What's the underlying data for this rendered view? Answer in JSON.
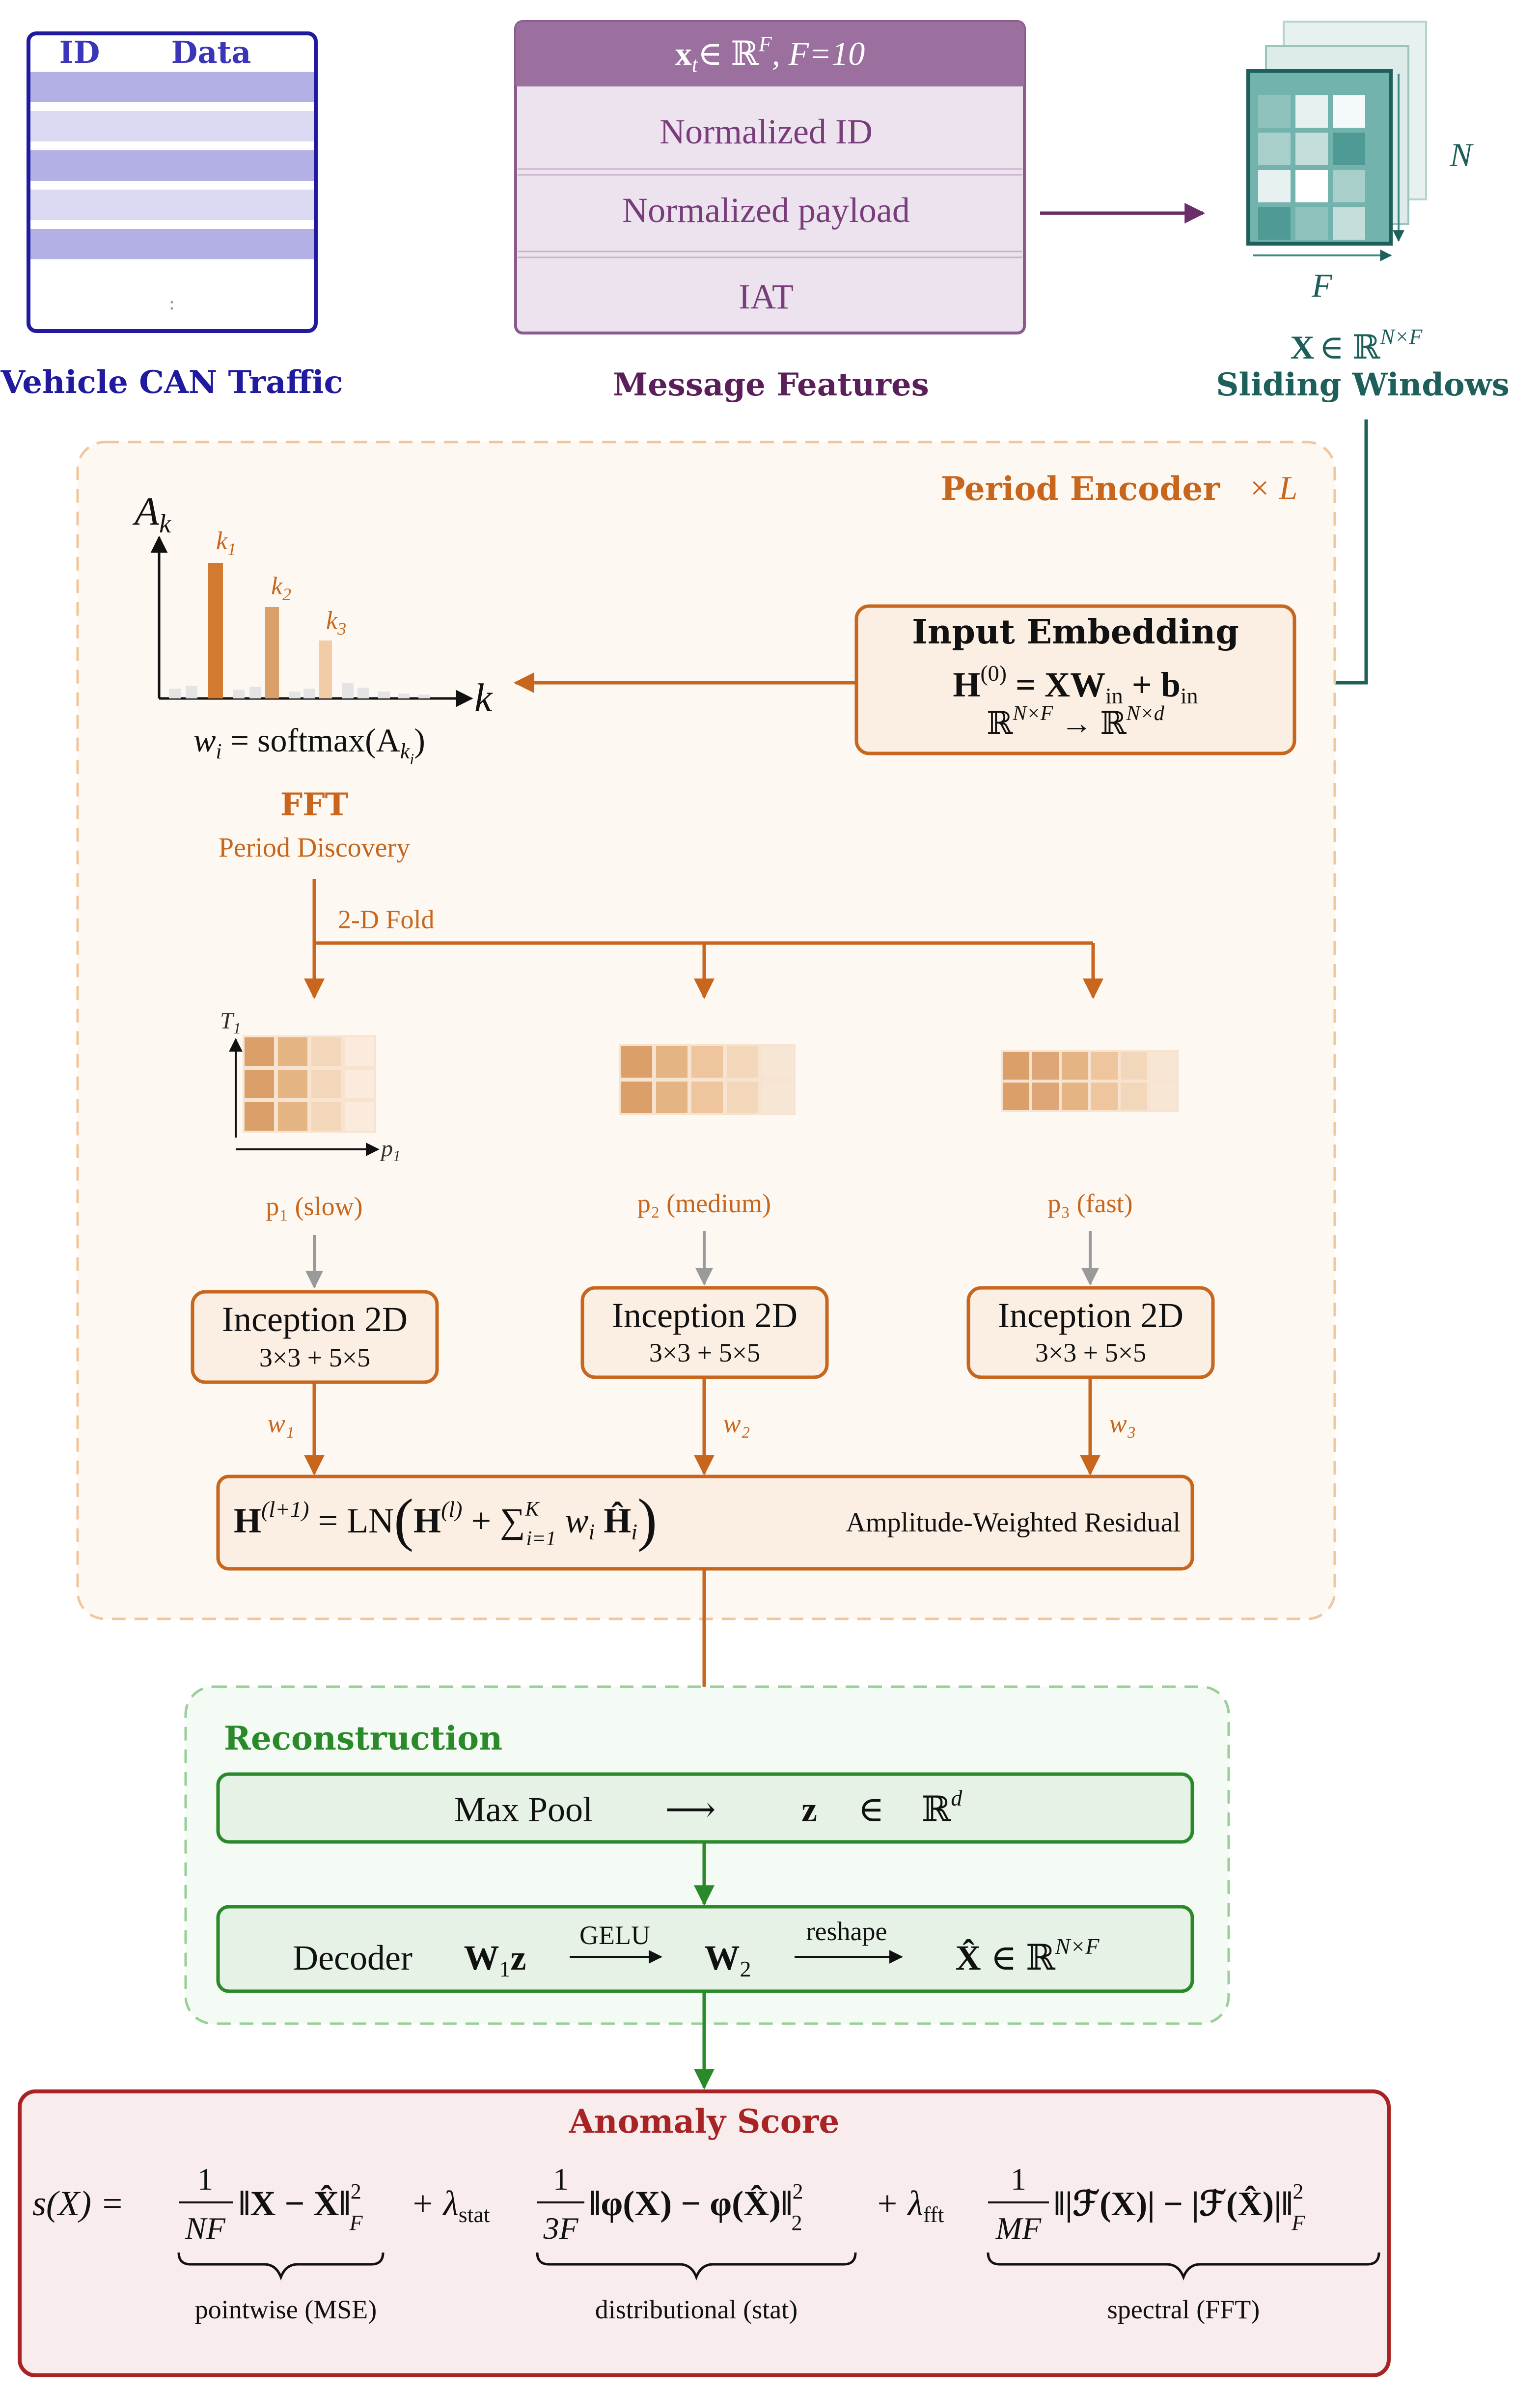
{
  "colors": {
    "navy": "#1f1a9e",
    "purple": "#6b2e6b",
    "purple_header": "#9b6f9e",
    "purple_fill": "#ece3ee",
    "teal": "#1d5f5b",
    "orange": "#c7661c",
    "orange_fill": "#fbeee2",
    "period_bg": "#fdf8f2",
    "green": "#2a8a2a",
    "green_fill": "#e6f2e6",
    "recon_bg": "#f4faf4",
    "red": "#a82424",
    "red_fill": "#f9ecec"
  },
  "can": {
    "header_id": "ID",
    "header_data": "Data",
    "ellipsis": ":",
    "caption": "Vehicle CAN Traffic"
  },
  "features": {
    "header_vec": "x",
    "header_sub": "t",
    "header_in": "∈ ℝ",
    "header_sup": "F",
    "header_f": ",    F=10",
    "row1": "Normalized ID",
    "row2": "Normalized payload",
    "row3": "IAT",
    "caption": "Message Features"
  },
  "windows": {
    "label_n": "N",
    "label_f": "F",
    "math_x": "X",
    "math_in": "∈ ℝ",
    "math_sup": "N×F",
    "caption": "Sliding Windows"
  },
  "period": {
    "title": "Period Encoder",
    "repeat": "× L",
    "axis_y": "A",
    "axis_y_sub": "k",
    "axis_x": "k",
    "peak1": "k",
    "peak1_sub": "1",
    "peak2": "k",
    "peak2_sub": "2",
    "peak3": "k",
    "peak3_sub": "3",
    "weight_formula": "w",
    "weight_formula_rest": " = softmax(A",
    "fft_title": "FFT",
    "fft_sub": "Period Discovery",
    "fold_label": "2-D Fold",
    "t_axis": "T",
    "t_axis_sub": "1",
    "p_axis": "p",
    "p_axis_sub": "1",
    "branch1": "p₁ (slow)",
    "branch2": "p₂ (medium)",
    "branch3": "p₃ (fast)",
    "inception_title": "Inception 2D",
    "inception_sub": "3×3  +  5×5",
    "w1": "w₁",
    "w2": "w₂",
    "w3": "w₃",
    "residual_label": "Amplitude-Weighted Residual"
  },
  "embedding": {
    "title": "Input Embedding",
    "formula_h": "H",
    "formula_sup": "(0)",
    "formula_rest": " = XW",
    "formula_in": "in",
    "formula_plus": " + b",
    "formula_in2": "in",
    "dims": "ℝ",
    "dims_sup1": "N×F",
    "dims_arrow": " → ℝ",
    "dims_sup2": "N×d"
  },
  "residual": {
    "lhs": "H",
    "lhs_sup": "(l+1)",
    "eq": " = LN",
    "h": "H",
    "h_sup": "(l)",
    "sum": " + ∑",
    "sum_sup": "K",
    "sum_sub": "i=1",
    "term": " w",
    "term_sub": "i",
    "hhat": " Ĥ",
    "hhat_sub": "i"
  },
  "reconstruction": {
    "title": "Reconstruction",
    "maxpool": "Max Pool",
    "maxpool_arrow": "⟶",
    "z": "z",
    "in": "∈",
    "rd": "ℝ",
    "rd_sup": "d",
    "decoder": "Decoder",
    "w1z": "W",
    "w1z_sub": "1",
    "w1z_z": "z",
    "gelu": "GELU",
    "w2": "W",
    "w2_sub": "2",
    "reshape": "reshape",
    "xhat": "X̂",
    "xhat_in": "∈ ℝ",
    "xhat_sup": "N×F"
  },
  "anomaly": {
    "title": "Anomaly Score",
    "lhs": "s(X)  =",
    "frac1_num": "1",
    "frac1_den": "NF",
    "term1": "‖X − X̂‖",
    "term1_sup": "2",
    "term1_sub": "F",
    "plus1": "+ λ",
    "plus1_sub": "stat",
    "frac2_num": "1",
    "frac2_den": "3F",
    "term2": "‖φ(X) − φ(X̂)‖",
    "term2_sup": "2",
    "term2_sub": "2",
    "plus2": "+ λ",
    "plus2_sub": "fft",
    "frac3_num": "1",
    "frac3_den": "MF",
    "term3": "‖|ℱ(X)| − |ℱ(X̂)|‖",
    "term3_sup": "2",
    "term3_sub": "F",
    "brace1": "pointwise (MSE)",
    "brace2": "distributional (stat)",
    "brace3": "spectral (FFT)"
  }
}
